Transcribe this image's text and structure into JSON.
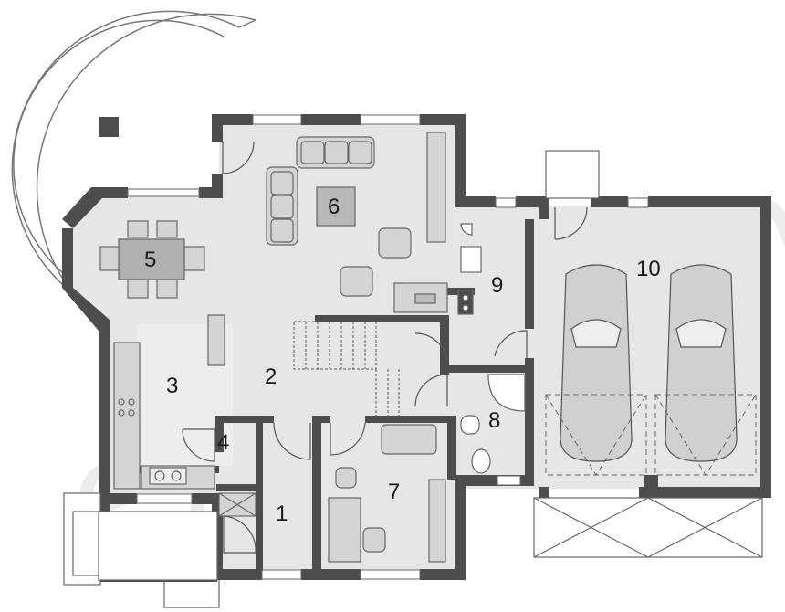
{
  "plan": {
    "watermark": "extradom",
    "rooms": [
      {
        "id": "room-1",
        "label": "1"
      },
      {
        "id": "room-2",
        "label": "2"
      },
      {
        "id": "room-3",
        "label": "3"
      },
      {
        "id": "room-4",
        "label": "4"
      },
      {
        "id": "room-5",
        "label": "5"
      },
      {
        "id": "room-6",
        "label": "6"
      },
      {
        "id": "room-7",
        "label": "7"
      },
      {
        "id": "room-8",
        "label": "8"
      },
      {
        "id": "room-9",
        "label": "9"
      },
      {
        "id": "room-10",
        "label": "10"
      }
    ],
    "colors": {
      "wall": "#4d4d4d",
      "floor": "#e6e6e6",
      "furniture_fill": "#d4d4d4",
      "line": "#555555",
      "terrace": "#ffffff"
    }
  }
}
